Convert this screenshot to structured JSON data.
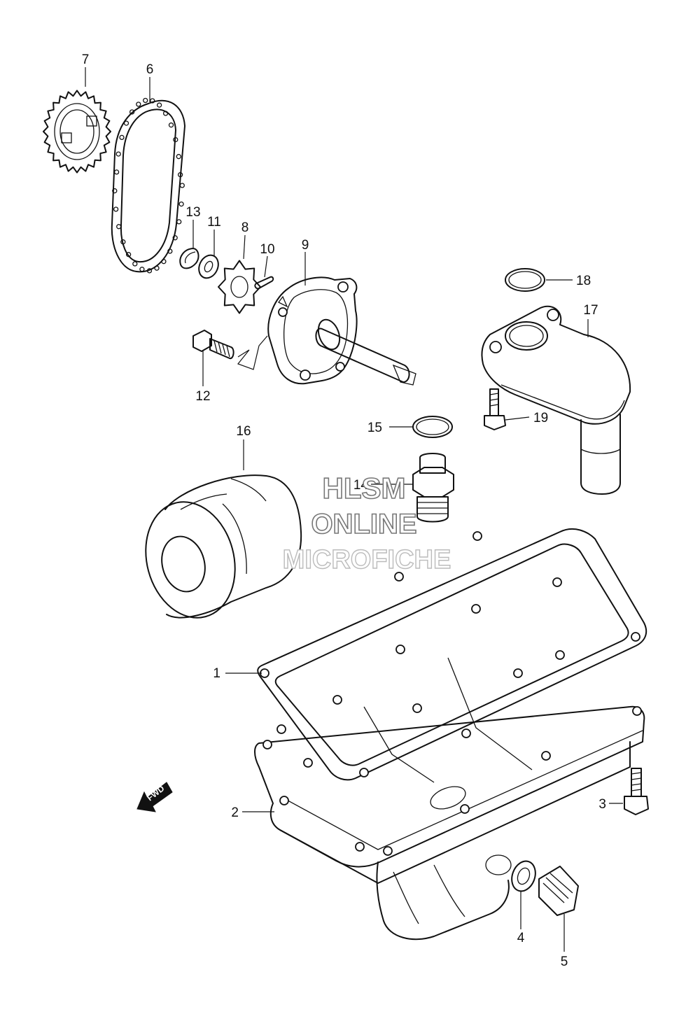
{
  "watermark": {
    "line1": "HLSM",
    "line2": "ONLINE",
    "line3": "MICROFICHE"
  },
  "direction_marker": {
    "text": "FWD",
    "icon": "arrow-left-down-icon"
  },
  "callouts": [
    "1",
    "2",
    "3",
    "4",
    "5",
    "6",
    "7",
    "8",
    "9",
    "10",
    "11",
    "12",
    "13",
    "14",
    "15",
    "16",
    "17",
    "18",
    "19"
  ],
  "colors": {
    "line": "#111111",
    "background": "#ffffff",
    "watermark_stroke": "#777777"
  }
}
